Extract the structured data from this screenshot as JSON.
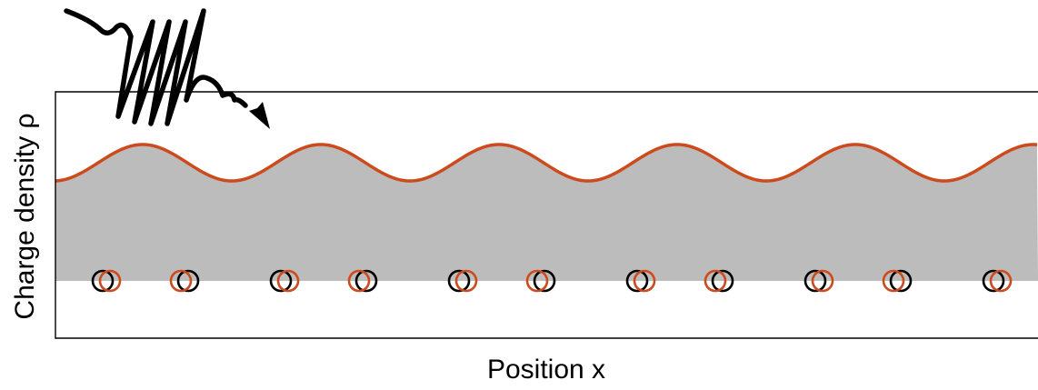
{
  "figure": {
    "xlabel": "Position x",
    "ylabel": "Charge density ρ",
    "colors": {
      "band_fill": "#bcbcbc",
      "density_curve": "#cc4a1c",
      "lattice_atom": "#000000",
      "displaced_atom": "#cc4a1c",
      "frame": "#000000",
      "photon": "#000000"
    },
    "icons": {
      "incoming_pulse": "wavy-photon-arrow-icon"
    },
    "lattice": {
      "periods": 5.5,
      "atoms_per_period": 2
    }
  }
}
